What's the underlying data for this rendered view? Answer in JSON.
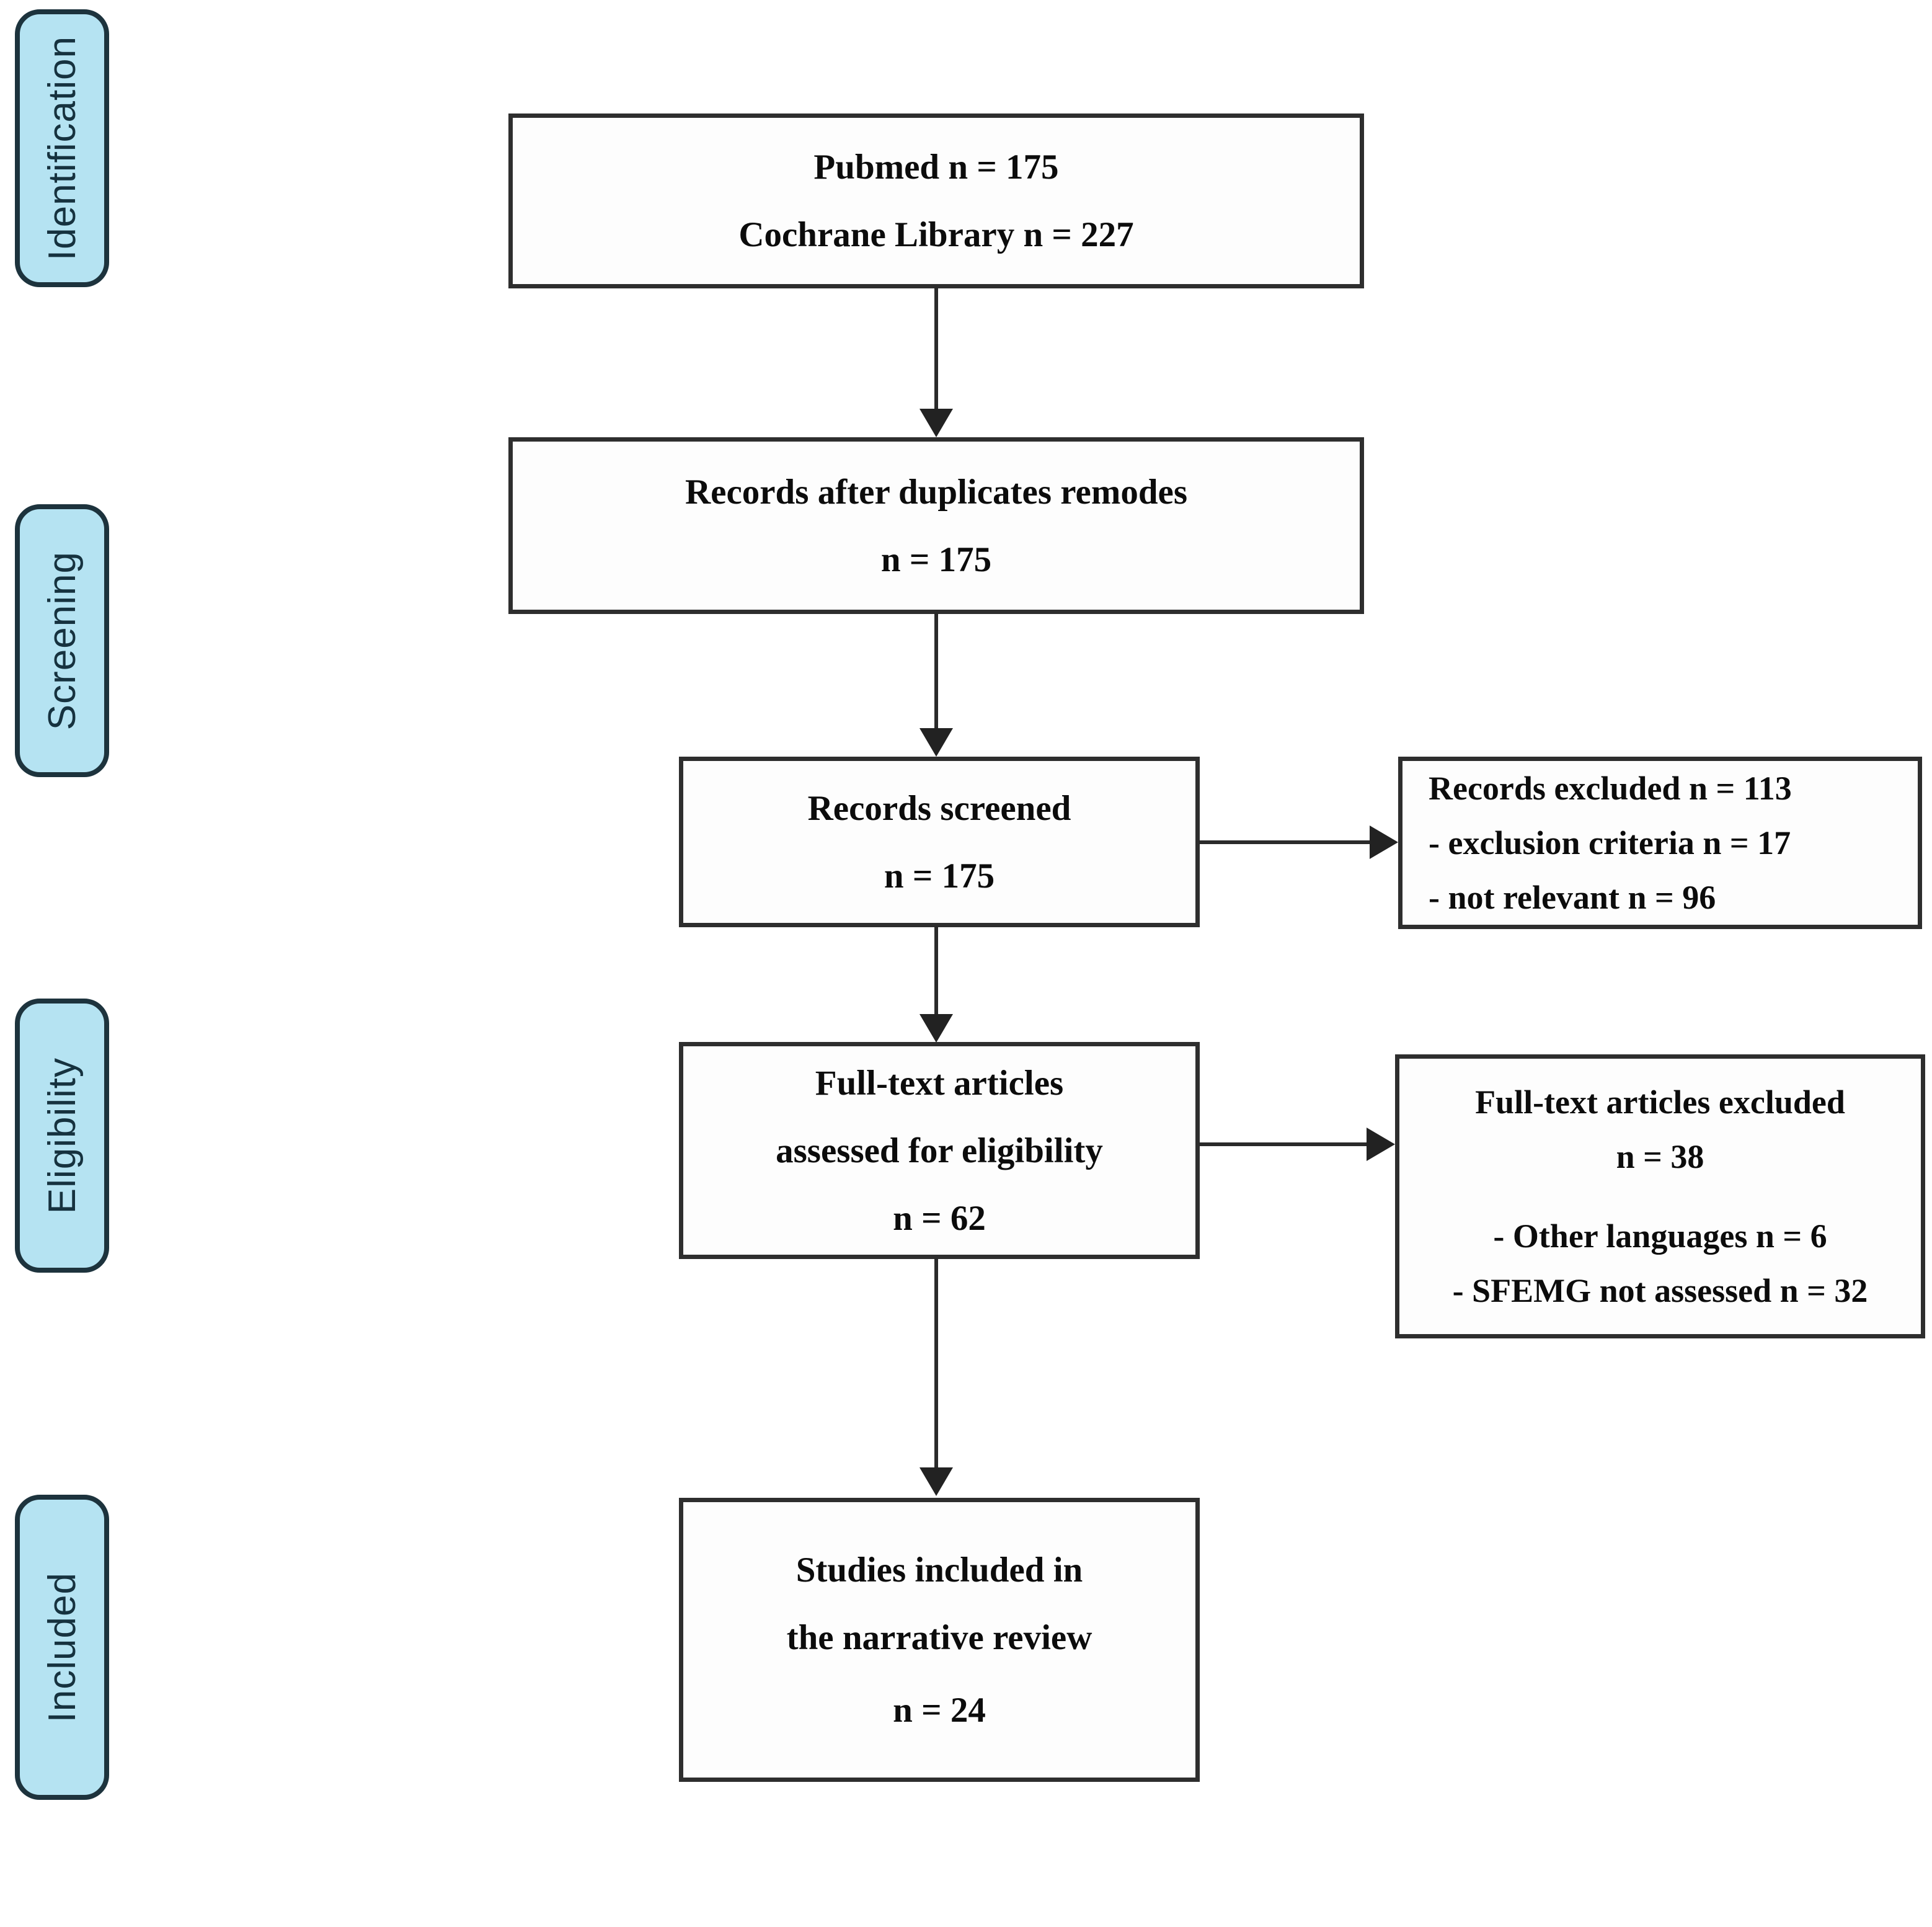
{
  "figure": {
    "kind": "prisma-flow-diagram",
    "colors": {
      "stage_tab_fill": "#b5e3f2",
      "stage_tab_border": "#1d333d",
      "stage_tab_text": "#16323f",
      "box_border": "#2e2e2e",
      "box_fill": "#fdfdfd",
      "arrow": "#222222",
      "text": "#0c0c0c"
    }
  },
  "sidebar": {
    "stages": [
      {
        "label": "Identification"
      },
      {
        "label": "Screening"
      },
      {
        "label": "Eligibility"
      },
      {
        "label": "Included"
      }
    ]
  },
  "flow": {
    "identification": {
      "lines": [
        "Pubmed n = 175",
        "Cochrane Library n = 227"
      ]
    },
    "duplicates": {
      "lines": [
        "Records after duplicates remodes",
        "n = 175"
      ]
    },
    "screened": {
      "lines": [
        "Records screened",
        "n = 175"
      ]
    },
    "records_excluded": {
      "lines": [
        "Records excluded n = 113",
        "- exclusion criteria n = 17",
        "- not relevant n = 96"
      ]
    },
    "fulltext": {
      "lines": [
        "Full-text articles",
        "assessed for eligibility",
        "n = 62"
      ]
    },
    "fulltext_excluded": {
      "lines": [
        "Full-text articles excluded",
        "n = 38",
        "- Other languages n = 6",
        "- SFEMG not assessed n = 32"
      ]
    },
    "included": {
      "lines": [
        "Studies included in",
        "the narrative review",
        "n = 24"
      ]
    }
  }
}
